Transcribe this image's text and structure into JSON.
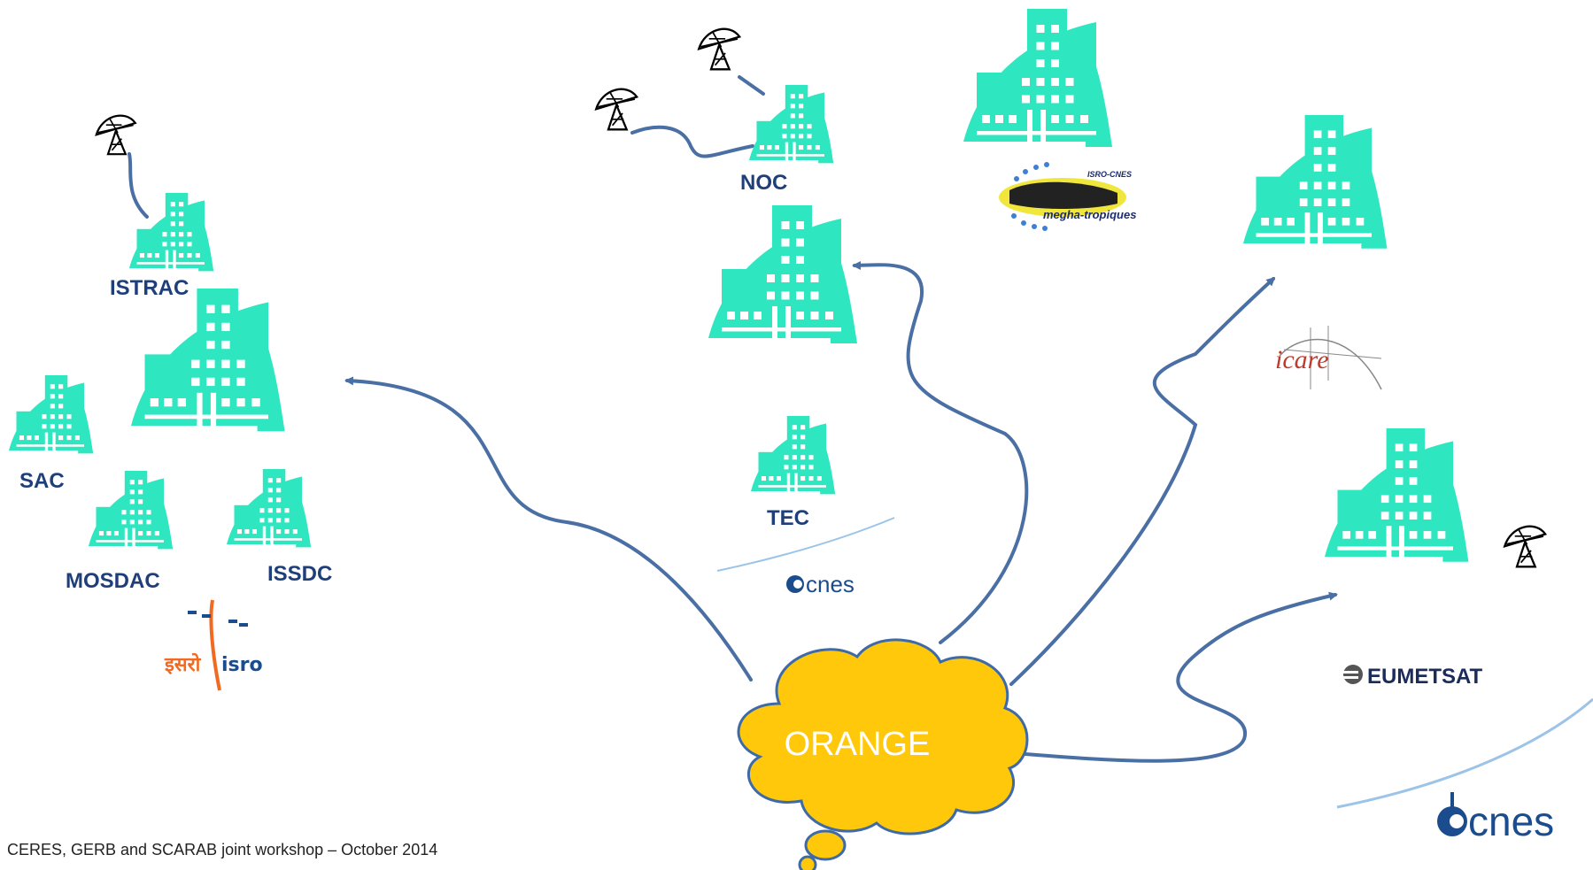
{
  "labels": {
    "istrac": "ISTRAC",
    "sac": "SAC",
    "mosdac": "MOSDAC",
    "issdc": "ISSDC",
    "noc": "NOC",
    "tec": "TEC",
    "cloud": "ORANGE"
  },
  "logos": {
    "isro_hindi": "इसरो",
    "isro": "isro",
    "megha_header": "ISRO-CNES",
    "megha": "megha-tropiques",
    "icare": "icare",
    "eumetsat": "EUMETSAT",
    "cnes": "cnes"
  },
  "footer": "CERES, GERB and SCARAB joint workshop – October 2014",
  "colors": {
    "building": "#2ee6c0",
    "cloud": "#ffc80a",
    "cloud_outline": "#3e6aa7",
    "arrow": "#4a6fa5",
    "label": "#1f3f7a",
    "isro_orange": "#f26a21",
    "cnes_blue": "#1b4d8e"
  }
}
